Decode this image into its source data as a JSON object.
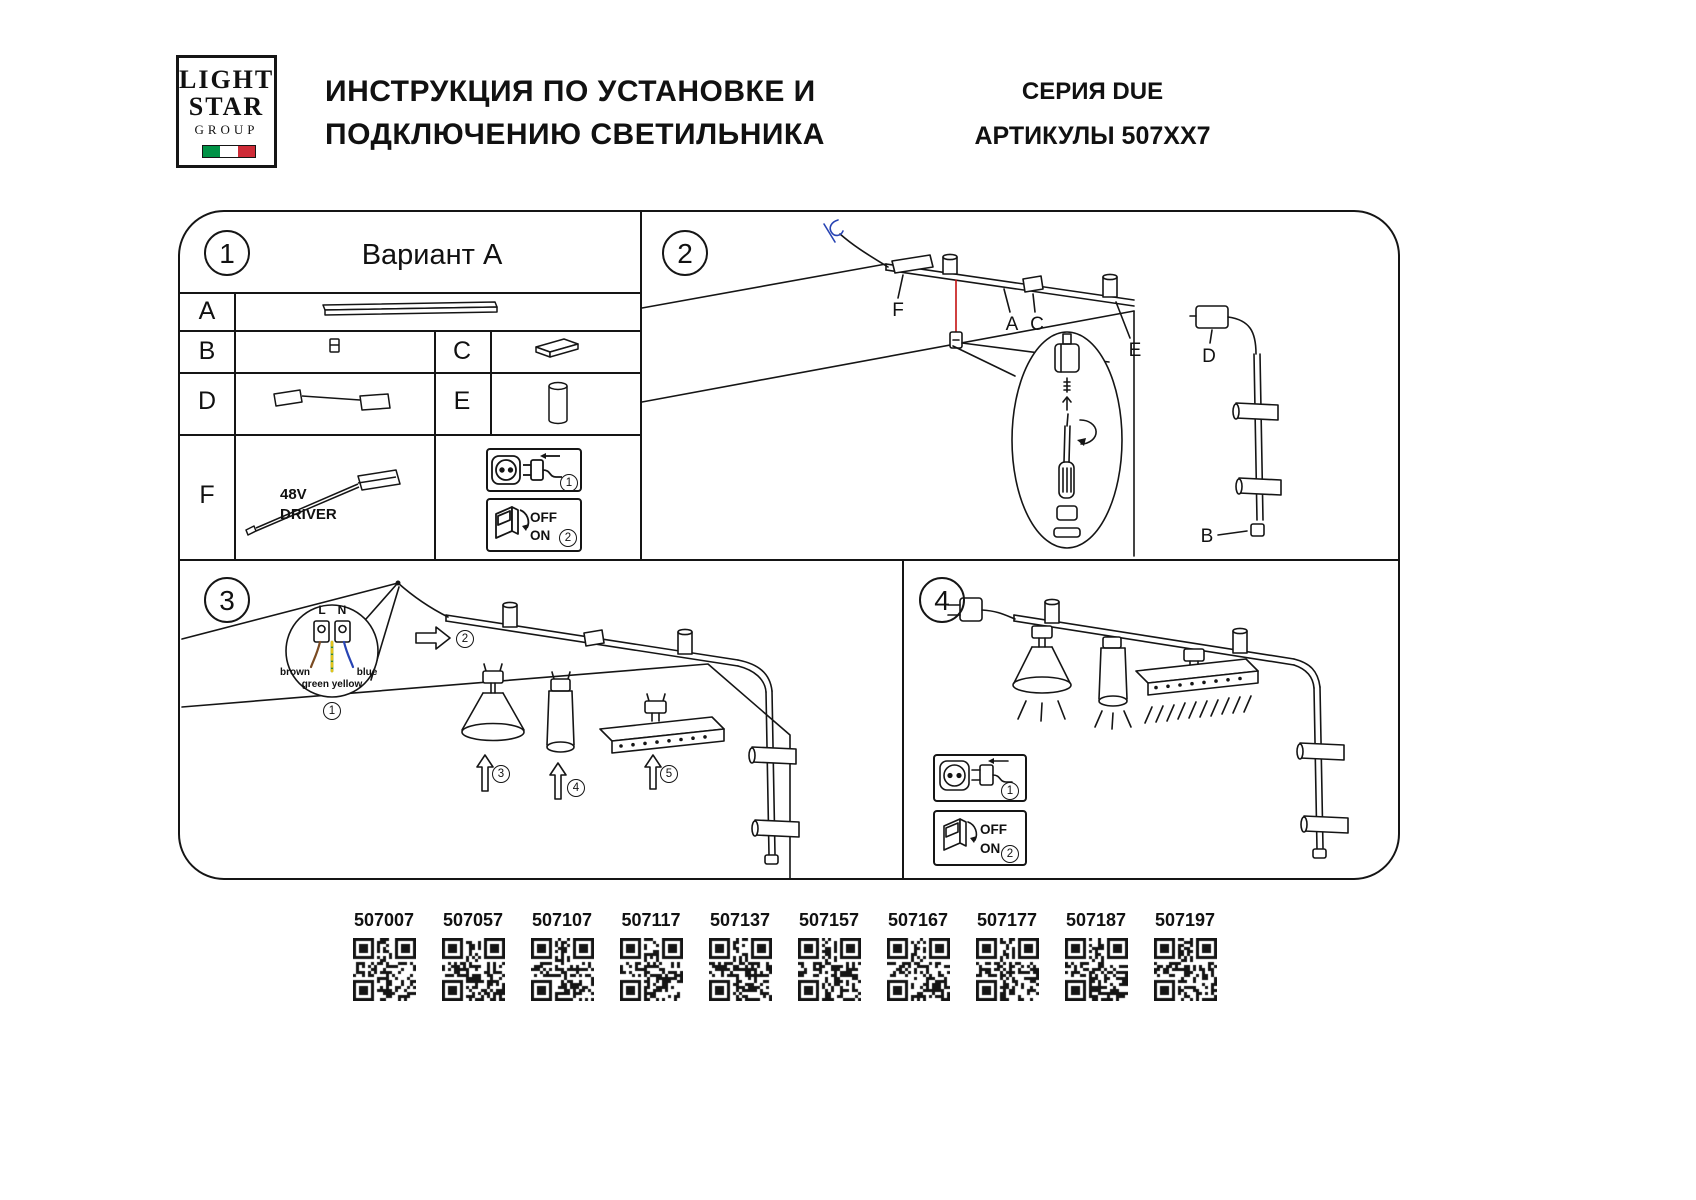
{
  "header": {
    "logo": {
      "line1": "LIGHT",
      "line2": "STAR",
      "line3": "GROUP"
    },
    "title": {
      "line1": "ИНСТРУКЦИЯ ПО УСТАНОВКЕ И",
      "line2": "ПОДКЛЮЧЕНИЮ СВЕТИЛЬНИКА"
    },
    "series": "СЕРИЯ DUE",
    "articles": "АРТИКУЛЫ 507XX7"
  },
  "section1": {
    "number": "1",
    "title": "Вариант A",
    "labels": {
      "A": "A",
      "B": "B",
      "C": "C",
      "D": "D",
      "E": "E",
      "F": "F"
    },
    "driver_line1": "48V",
    "driver_line2": "DRIVER",
    "plug_step": "1",
    "switch_off": "OFF",
    "switch_on": "ON",
    "switch_step": "2"
  },
  "section2": {
    "number": "2",
    "labels": {
      "F": "F",
      "A": "A",
      "C": "C",
      "E": "E",
      "D": "D",
      "B": "B"
    }
  },
  "section3": {
    "number": "3",
    "terminal": {
      "L": "L",
      "N": "N"
    },
    "wires": {
      "brown": "brown",
      "blue": "blue",
      "green": "green yellow"
    },
    "steps": {
      "wiring": "1",
      "feed": "2",
      "cone": "3",
      "spot": "4",
      "linear": "5"
    }
  },
  "section4": {
    "number": "4",
    "plug_step": "1",
    "switch_off": "OFF",
    "switch_on": "ON",
    "switch_step": "2"
  },
  "qr_codes": [
    "507007",
    "507057",
    "507107",
    "507117",
    "507137",
    "507157",
    "507167",
    "507177",
    "507187",
    "507197"
  ],
  "colors": {
    "ink": "#151515",
    "wire_brown": "#7a4a21",
    "wire_blue": "#2743b3",
    "wire_green": "#1e7d32",
    "wire_yellow": "#e3c41b",
    "accent_red": "#c41111",
    "flag_green": "#009246",
    "flag_red": "#ce2b37"
  }
}
